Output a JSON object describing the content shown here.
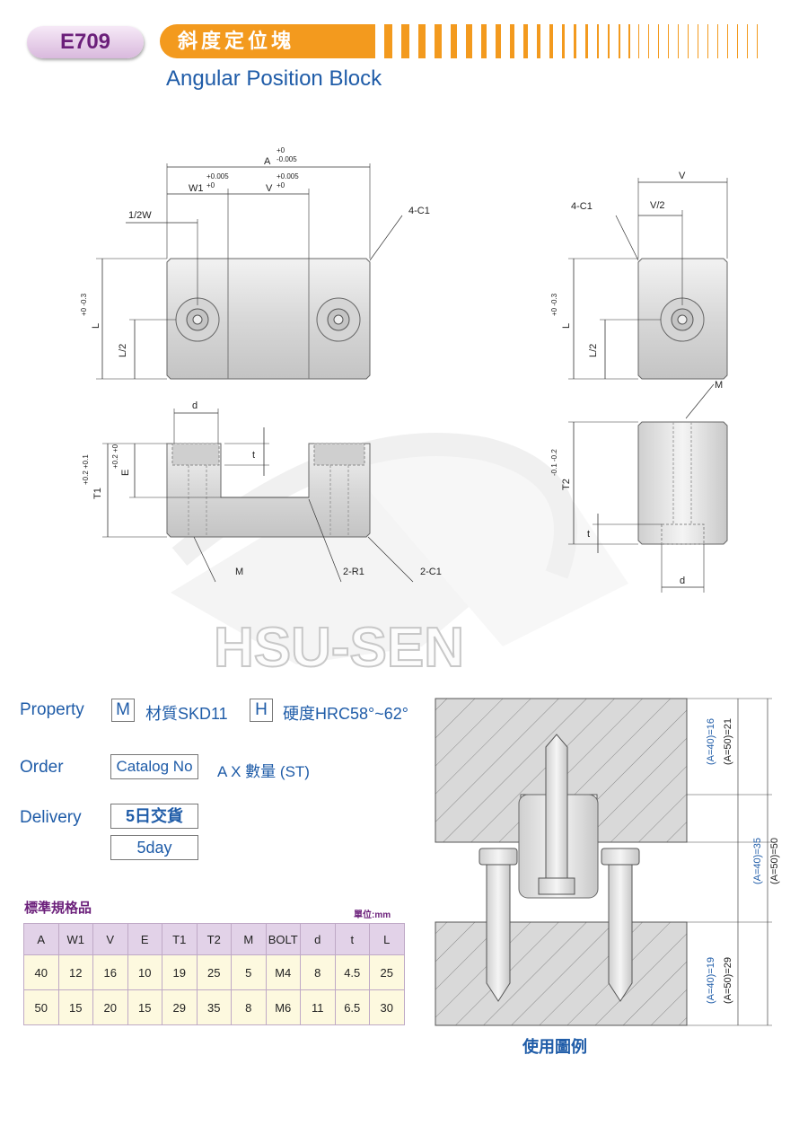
{
  "header": {
    "code": "E709",
    "title_zh": "斜度定位塊",
    "title_en": "Angular Position Block"
  },
  "drawing": {
    "front_top": {
      "A": "A",
      "A_tol_plus": "+0",
      "A_tol_minus": "-0.005",
      "W1": "W1",
      "W1_tol_plus": "+0.005",
      "W1_tol_minus": "+0",
      "V": "V",
      "V_tol_plus": "+0.005",
      "V_tol_minus": "+0",
      "half_w": "1/2W",
      "chamfer": "4-C1",
      "L": "L",
      "L_tol": "+0 -0.3",
      "half_L": "L/2"
    },
    "side_top": {
      "V": "V",
      "half_V": "V/2",
      "chamfer": "4-C1",
      "L": "L",
      "L_tol": "+0 -0.3",
      "half_L": "L/2",
      "M": "M"
    },
    "front_bottom": {
      "d": "d",
      "t": "t",
      "T1": "T1",
      "T1_tol": "+0.2 +0.1",
      "E": "E",
      "E_tol": "+0.2 +0",
      "M": "M",
      "radius": "2-R1",
      "chamfer": "2-C1"
    },
    "side_bottom": {
      "T2": "T2",
      "T2_tol": "-0.1 -0.2",
      "t": "t",
      "d": "d"
    },
    "watermark": "HSU-SEN"
  },
  "property": {
    "label": "Property",
    "material_code": "M",
    "material_text": "材質SKD11",
    "hardness_code": "H",
    "hardness_text": "硬度HRC58°~62°"
  },
  "order": {
    "label": "Order",
    "catalog_box": "Catalog No",
    "formula": "A  X  數量 (ST)"
  },
  "delivery": {
    "label": "Delivery",
    "zh": "5日交貨",
    "en": "5day"
  },
  "spec_table": {
    "title": "標準規格品",
    "unit": "單位:mm",
    "headers": [
      "A",
      "W1",
      "V",
      "E",
      "T1",
      "T2",
      "M",
      "BOLT",
      "d",
      "t",
      "L"
    ],
    "rows": [
      [
        "40",
        "12",
        "16",
        "10",
        "19",
        "25",
        "5",
        "M4",
        "8",
        "4.5",
        "25"
      ],
      [
        "50",
        "15",
        "20",
        "15",
        "29",
        "35",
        "8",
        "M6",
        "11",
        "6.5",
        "30"
      ]
    ]
  },
  "usage": {
    "caption": "使用圖例",
    "dim1_a40": "(A=40)=16",
    "dim1_a50": "(A=50)=21",
    "dim2_a40": "(A=40)=35",
    "dim2_a50": "(A=50)=50",
    "dim3_a40": "(A=40)=19",
    "dim3_a50": "(A=50)=29"
  },
  "colors": {
    "brand_orange": "#f39a1e",
    "brand_purple": "#6b1f7a",
    "text_blue": "#1f5ca8",
    "table_head": "#e2d2e8",
    "table_row": "#fdf9df"
  }
}
